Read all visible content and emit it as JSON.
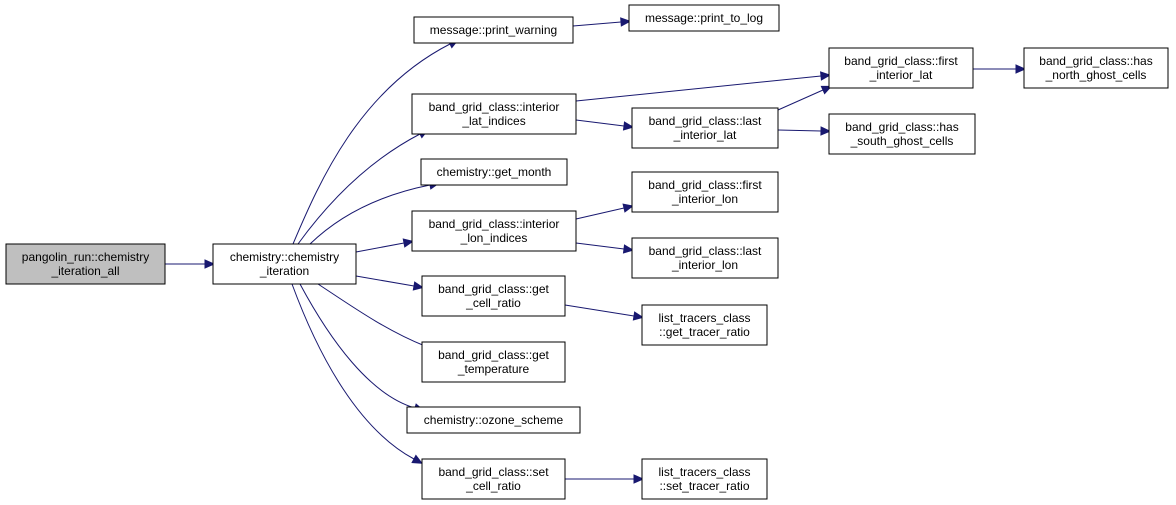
{
  "nodes": [
    {
      "id": "root",
      "lines": [
        "pangolin_run::chemistry",
        "_iteration_all"
      ],
      "root": true
    },
    {
      "id": "ci",
      "lines": [
        "chemistry::chemistry",
        "_iteration"
      ]
    },
    {
      "id": "pw",
      "lines": [
        "message::print_warning"
      ]
    },
    {
      "id": "ptl",
      "lines": [
        "message::print_to_log"
      ]
    },
    {
      "id": "ili",
      "lines": [
        "band_grid_class::interior",
        "_lat_indices"
      ]
    },
    {
      "id": "gm",
      "lines": [
        "chemistry::get_month"
      ]
    },
    {
      "id": "ilo",
      "lines": [
        "band_grid_class::interior",
        "_lon_indices"
      ]
    },
    {
      "id": "gcr",
      "lines": [
        "band_grid_class::get",
        "_cell_ratio"
      ]
    },
    {
      "id": "gt",
      "lines": [
        "band_grid_class::get",
        "_temperature"
      ]
    },
    {
      "id": "oz",
      "lines": [
        "chemistry::ozone_scheme"
      ]
    },
    {
      "id": "scr",
      "lines": [
        "band_grid_class::set",
        "_cell_ratio"
      ]
    },
    {
      "id": "lil",
      "lines": [
        "band_grid_class::last",
        "_interior_lat"
      ]
    },
    {
      "id": "fil",
      "lines": [
        "band_grid_class::first",
        "_interior_lat"
      ]
    },
    {
      "id": "hng",
      "lines": [
        "band_grid_class::has",
        "_north_ghost_cells"
      ]
    },
    {
      "id": "hsg",
      "lines": [
        "band_grid_class::has",
        "_south_ghost_cells"
      ]
    },
    {
      "id": "filo",
      "lines": [
        "band_grid_class::first",
        "_interior_lon"
      ]
    },
    {
      "id": "llo",
      "lines": [
        "band_grid_class::last",
        "_interior_lon"
      ]
    },
    {
      "id": "gtr",
      "lines": [
        "list_tracers_class",
        "::get_tracer_ratio"
      ]
    },
    {
      "id": "str",
      "lines": [
        "list_tracers_class",
        "::set_tracer_ratio"
      ]
    }
  ],
  "edges": [
    {
      "from": "root",
      "to": "ci"
    },
    {
      "from": "ci",
      "to": "pw"
    },
    {
      "from": "ci",
      "to": "ili"
    },
    {
      "from": "ci",
      "to": "gm"
    },
    {
      "from": "ci",
      "to": "ilo"
    },
    {
      "from": "ci",
      "to": "gcr"
    },
    {
      "from": "ci",
      "to": "gt"
    },
    {
      "from": "ci",
      "to": "oz"
    },
    {
      "from": "ci",
      "to": "scr"
    },
    {
      "from": "pw",
      "to": "ptl"
    },
    {
      "from": "ili",
      "to": "fil"
    },
    {
      "from": "ili",
      "to": "lil"
    },
    {
      "from": "lil",
      "to": "fil"
    },
    {
      "from": "lil",
      "to": "hsg"
    },
    {
      "from": "fil",
      "to": "hng"
    },
    {
      "from": "ilo",
      "to": "filo"
    },
    {
      "from": "ilo",
      "to": "llo"
    },
    {
      "from": "gcr",
      "to": "gtr"
    },
    {
      "from": "scr",
      "to": "str"
    }
  ],
  "colors": {
    "edge": "#191970",
    "root_fill": "#bfbfbf",
    "node_fill": "#ffffff",
    "border": "#000000"
  }
}
